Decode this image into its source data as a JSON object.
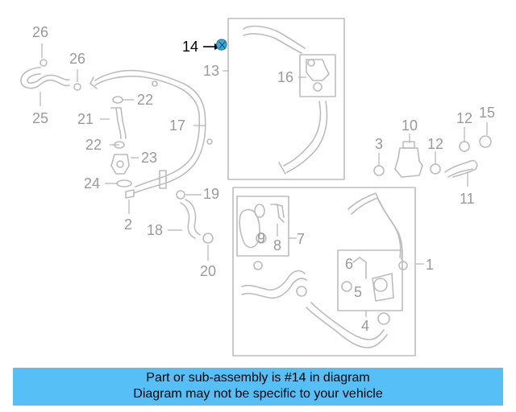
{
  "callouts": {
    "c1": "1",
    "c2": "2",
    "c3": "3",
    "c4": "4",
    "c5": "5",
    "c6": "6",
    "c7": "7",
    "c8": "8",
    "c9": "9",
    "c10": "10",
    "c11": "11",
    "c12a": "12",
    "c12b": "12",
    "c13": "13",
    "c14": "14",
    "c15": "15",
    "c16": "16",
    "c17": "17",
    "c18": "18",
    "c19": "19",
    "c20": "20",
    "c21": "21",
    "c22a": "22",
    "c22b": "22",
    "c23": "23",
    "c24": "24",
    "c25": "25",
    "c26a": "26",
    "c26b": "26"
  },
  "banner": {
    "line1": "Part or sub-assembly is #14 in diagram",
    "line2": "Diagram may not be specific to your vehicle"
  },
  "colors": {
    "line_art": "#b9b9b9",
    "box_border": "#bdbdbd",
    "highlight_part": "#3aa7dd",
    "banner_bg": "#55bff6",
    "highlight_text": "#000000"
  }
}
